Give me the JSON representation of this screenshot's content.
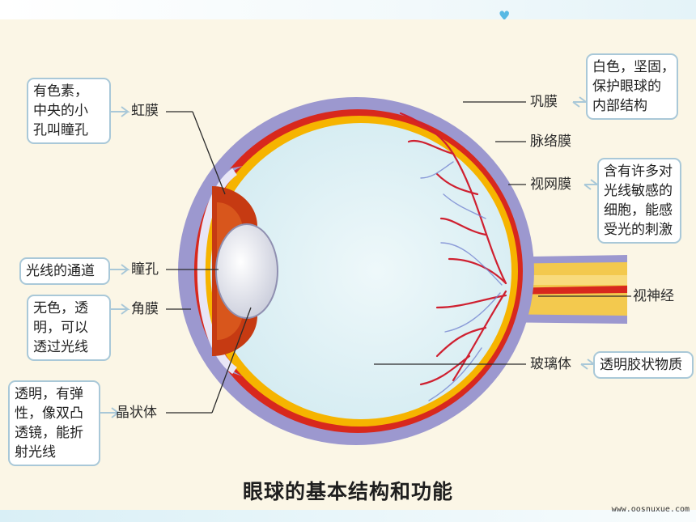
{
  "caption": "眼球的基本结构和功能",
  "watermark": "www.oosnuxue.com",
  "labels": {
    "iris": "虹膜",
    "pupil": "瞳孔",
    "cornea": "角膜",
    "lens": "晶状体",
    "sclera": "巩膜",
    "choroid": "脉络膜",
    "retina": "视网膜",
    "optic_nerve": "视神经",
    "vitreous": "玻璃体"
  },
  "notes": {
    "iris": "有色素，\n中央的小\n孔叫瞳孔",
    "pupil": "光线的通道",
    "cornea": "无色，透\n明，可以\n透过光线",
    "lens": "透明，有弹\n性，像双凸\n透镜，能折\n射光线",
    "sclera": "白色，坚固，\n保护眼球的\n内部结构",
    "retina": "含有许多对\n光线敏感的\n细胞，能感\n受光的刺激",
    "vitreous": "透明胶状物质"
  },
  "colors": {
    "sclera": "#9c98cf",
    "choroid": "#d8281d",
    "retina": "#f6b400",
    "vitreous": "#e2f2f5",
    "vessel": "#cf2030",
    "nerve": "#f3c94e",
    "note_border": "#a9c8d8"
  }
}
